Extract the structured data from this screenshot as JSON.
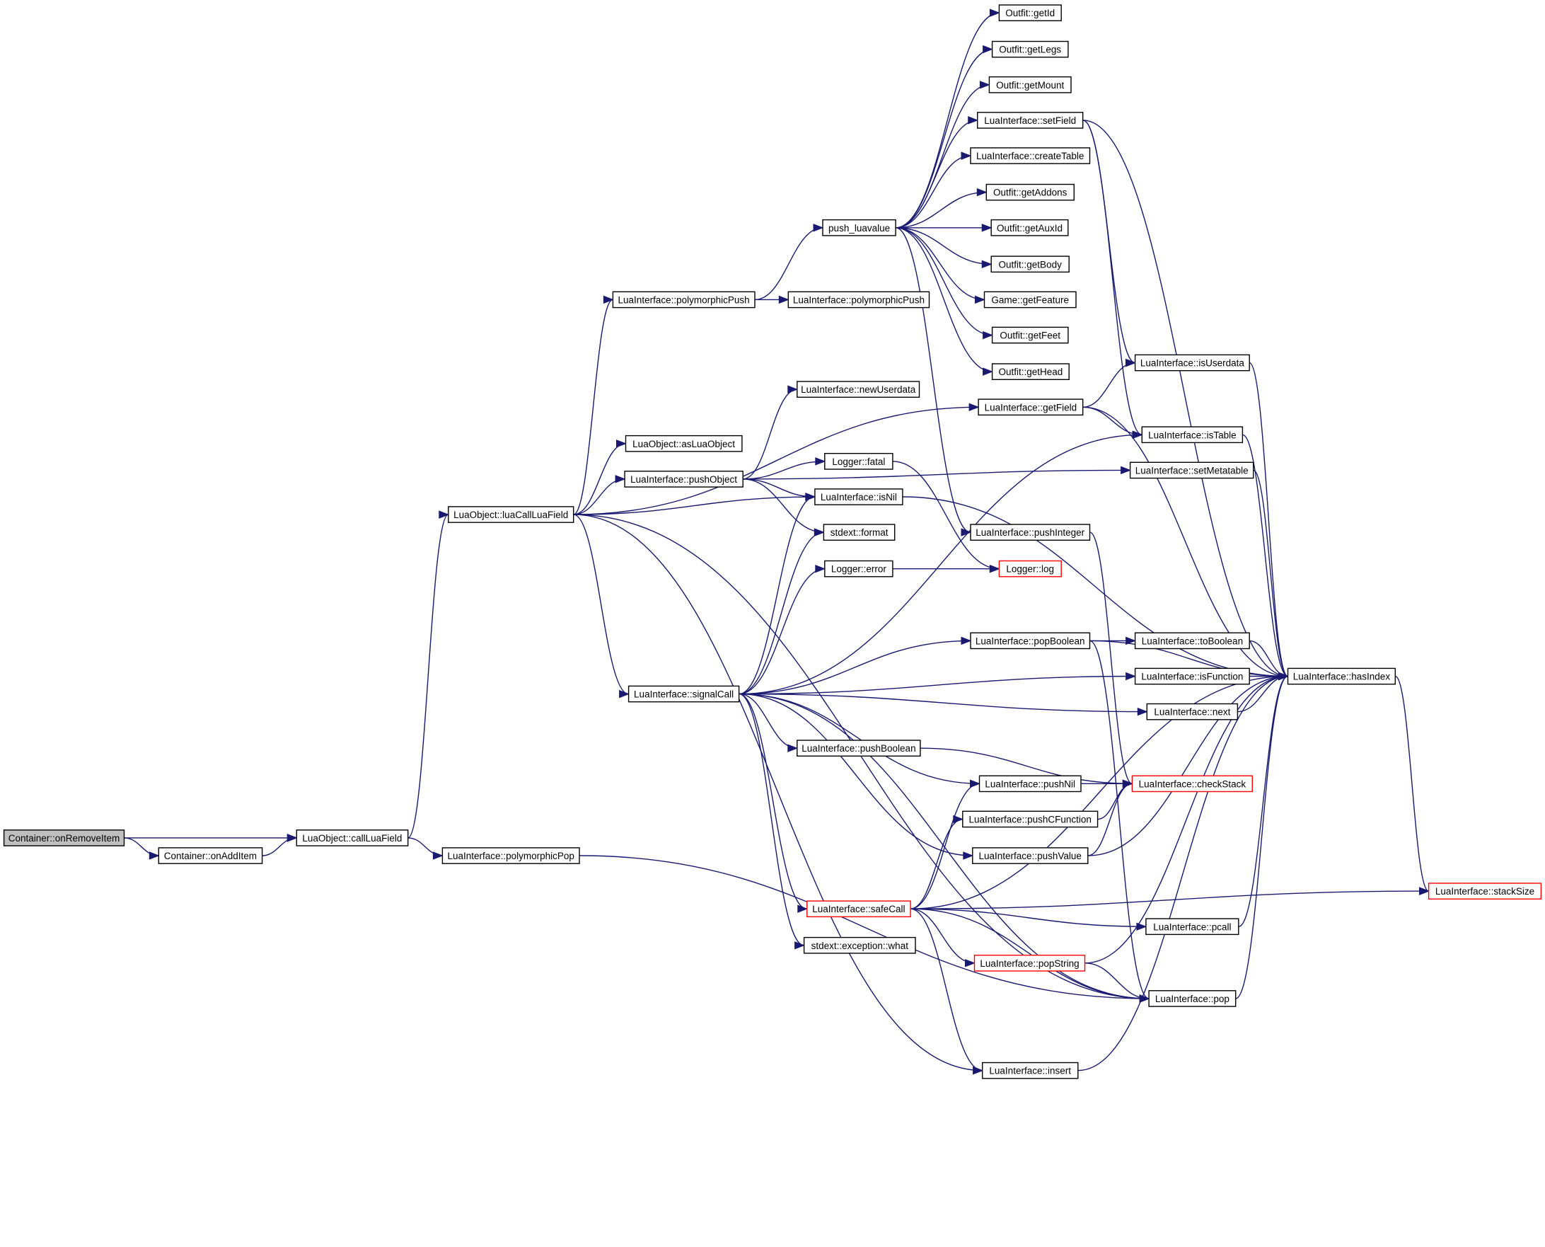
{
  "colors": {
    "edge": "#191970",
    "node_border": "#000000",
    "node_border_truncated": "#ff0000",
    "node_fill": "#ffffff",
    "root_fill": "#bfbfbf"
  },
  "nodes": {
    "root": {
      "label": "Container::onRemoveItem"
    },
    "onAddItem": {
      "label": "Container::onAddItem"
    },
    "callLuaField": {
      "label": "LuaObject::callLuaField"
    },
    "luaCallLuaField": {
      "label": "LuaObject::luaCallLuaField"
    },
    "polymorphicPop": {
      "label": "LuaInterface::polymorphicPop"
    },
    "polymorphicPush1": {
      "label": "LuaInterface::polymorphicPush"
    },
    "polymorphicPush2": {
      "label": "LuaInterface::polymorphicPush"
    },
    "push_luavalue": {
      "label": "push_luavalue"
    },
    "asLuaObject": {
      "label": "LuaObject::asLuaObject"
    },
    "pushObject": {
      "label": "LuaInterface::pushObject"
    },
    "newUserdata": {
      "label": "LuaInterface::newUserdata"
    },
    "fatal": {
      "label": "Logger::fatal"
    },
    "isNil": {
      "label": "LuaInterface::isNil"
    },
    "format": {
      "label": "stdext::format"
    },
    "error": {
      "label": "Logger::error"
    },
    "signalCall": {
      "label": "LuaInterface::signalCall"
    },
    "pushBoolean": {
      "label": "LuaInterface::pushBoolean"
    },
    "safeCall": {
      "label": "LuaInterface::safeCall"
    },
    "what": {
      "label": "stdext::exception::what"
    },
    "getId": {
      "label": "Outfit::getId"
    },
    "getLegs": {
      "label": "Outfit::getLegs"
    },
    "getMount": {
      "label": "Outfit::getMount"
    },
    "setField": {
      "label": "LuaInterface::setField"
    },
    "createTable": {
      "label": "LuaInterface::createTable"
    },
    "getAddons": {
      "label": "Outfit::getAddons"
    },
    "getAuxId": {
      "label": "Outfit::getAuxId"
    },
    "getBody": {
      "label": "Outfit::getBody"
    },
    "getFeature": {
      "label": "Game::getFeature"
    },
    "getFeet": {
      "label": "Outfit::getFeet"
    },
    "getHead": {
      "label": "Outfit::getHead"
    },
    "getField": {
      "label": "LuaInterface::getField"
    },
    "pushInteger": {
      "label": "LuaInterface::pushInteger"
    },
    "log": {
      "label": "Logger::log"
    },
    "popBoolean": {
      "label": "LuaInterface::popBoolean"
    },
    "pushNil": {
      "label": "LuaInterface::pushNil"
    },
    "pushCFunction": {
      "label": "LuaInterface::pushCFunction"
    },
    "pushValue": {
      "label": "LuaInterface::pushValue"
    },
    "popString": {
      "label": "LuaInterface::popString"
    },
    "insert": {
      "label": "LuaInterface::insert"
    },
    "isUserdata": {
      "label": "LuaInterface::isUserdata"
    },
    "isTable": {
      "label": "LuaInterface::isTable"
    },
    "setMetatable": {
      "label": "LuaInterface::setMetatable"
    },
    "toBoolean": {
      "label": "LuaInterface::toBoolean"
    },
    "isFunction": {
      "label": "LuaInterface::isFunction"
    },
    "next": {
      "label": "LuaInterface::next"
    },
    "checkStack": {
      "label": "LuaInterface::checkStack"
    },
    "pcall": {
      "label": "LuaInterface::pcall"
    },
    "pop": {
      "label": "LuaInterface::pop"
    },
    "hasIndex": {
      "label": "LuaInterface::hasIndex"
    },
    "stackSize": {
      "label": "LuaInterface::stackSize"
    }
  },
  "edges": [
    [
      "root",
      "callLuaField"
    ],
    [
      "root",
      "onAddItem"
    ],
    [
      "onAddItem",
      "callLuaField"
    ],
    [
      "callLuaField",
      "luaCallLuaField"
    ],
    [
      "callLuaField",
      "polymorphicPop"
    ],
    [
      "luaCallLuaField",
      "polymorphicPush1"
    ],
    [
      "luaCallLuaField",
      "getField"
    ],
    [
      "luaCallLuaField",
      "asLuaObject"
    ],
    [
      "luaCallLuaField",
      "pushObject"
    ],
    [
      "luaCallLuaField",
      "isNil"
    ],
    [
      "luaCallLuaField",
      "signalCall"
    ],
    [
      "luaCallLuaField",
      "insert"
    ],
    [
      "luaCallLuaField",
      "pop"
    ],
    [
      "polymorphicPop",
      "pop"
    ],
    [
      "polymorphicPush1",
      "push_luavalue"
    ],
    [
      "polymorphicPush1",
      "polymorphicPush2"
    ],
    [
      "push_luavalue",
      "getId"
    ],
    [
      "push_luavalue",
      "getLegs"
    ],
    [
      "push_luavalue",
      "getMount"
    ],
    [
      "push_luavalue",
      "setField"
    ],
    [
      "push_luavalue",
      "createTable"
    ],
    [
      "push_luavalue",
      "getAddons"
    ],
    [
      "push_luavalue",
      "getAuxId"
    ],
    [
      "push_luavalue",
      "getBody"
    ],
    [
      "push_luavalue",
      "getFeature"
    ],
    [
      "push_luavalue",
      "getFeet"
    ],
    [
      "push_luavalue",
      "getHead"
    ],
    [
      "push_luavalue",
      "pushInteger"
    ],
    [
      "setField",
      "isUserdata"
    ],
    [
      "setField",
      "isTable"
    ],
    [
      "setField",
      "hasIndex"
    ],
    [
      "getField",
      "isUserdata"
    ],
    [
      "getField",
      "isTable"
    ],
    [
      "getField",
      "hasIndex"
    ],
    [
      "pushObject",
      "newUserdata"
    ],
    [
      "pushObject",
      "fatal"
    ],
    [
      "pushObject",
      "isNil"
    ],
    [
      "pushObject",
      "format"
    ],
    [
      "pushObject",
      "setMetatable"
    ],
    [
      "fatal",
      "log"
    ],
    [
      "error",
      "log"
    ],
    [
      "isNil",
      "hasIndex"
    ],
    [
      "isUserdata",
      "hasIndex"
    ],
    [
      "isTable",
      "hasIndex"
    ],
    [
      "setMetatable",
      "hasIndex"
    ],
    [
      "pushInteger",
      "checkStack"
    ],
    [
      "signalCall",
      "isNil"
    ],
    [
      "signalCall",
      "format"
    ],
    [
      "signalCall",
      "error"
    ],
    [
      "signalCall",
      "isTable"
    ],
    [
      "signalCall",
      "popBoolean"
    ],
    [
      "signalCall",
      "isFunction"
    ],
    [
      "signalCall",
      "next"
    ],
    [
      "signalCall",
      "pushBoolean"
    ],
    [
      "signalCall",
      "pushNil"
    ],
    [
      "signalCall",
      "pushValue"
    ],
    [
      "signalCall",
      "safeCall"
    ],
    [
      "signalCall",
      "what"
    ],
    [
      "signalCall",
      "pop"
    ],
    [
      "popBoolean",
      "toBoolean"
    ],
    [
      "popBoolean",
      "hasIndex"
    ],
    [
      "popBoolean",
      "pop"
    ],
    [
      "toBoolean",
      "hasIndex"
    ],
    [
      "isFunction",
      "hasIndex"
    ],
    [
      "next",
      "hasIndex"
    ],
    [
      "pushBoolean",
      "checkStack"
    ],
    [
      "pushNil",
      "checkStack"
    ],
    [
      "pushCFunction",
      "checkStack"
    ],
    [
      "pushValue",
      "checkStack"
    ],
    [
      "pushValue",
      "hasIndex"
    ],
    [
      "safeCall",
      "pushNil"
    ],
    [
      "safeCall",
      "pushCFunction"
    ],
    [
      "safeCall",
      "hasIndex"
    ],
    [
      "safeCall",
      "pcall"
    ],
    [
      "safeCall",
      "popString"
    ],
    [
      "safeCall",
      "pop"
    ],
    [
      "safeCall",
      "insert"
    ],
    [
      "safeCall",
      "stackSize"
    ],
    [
      "popString",
      "hasIndex"
    ],
    [
      "popString",
      "pop"
    ],
    [
      "pcall",
      "hasIndex"
    ],
    [
      "pop",
      "hasIndex"
    ],
    [
      "insert",
      "hasIndex"
    ],
    [
      "hasIndex",
      "stackSize"
    ]
  ]
}
